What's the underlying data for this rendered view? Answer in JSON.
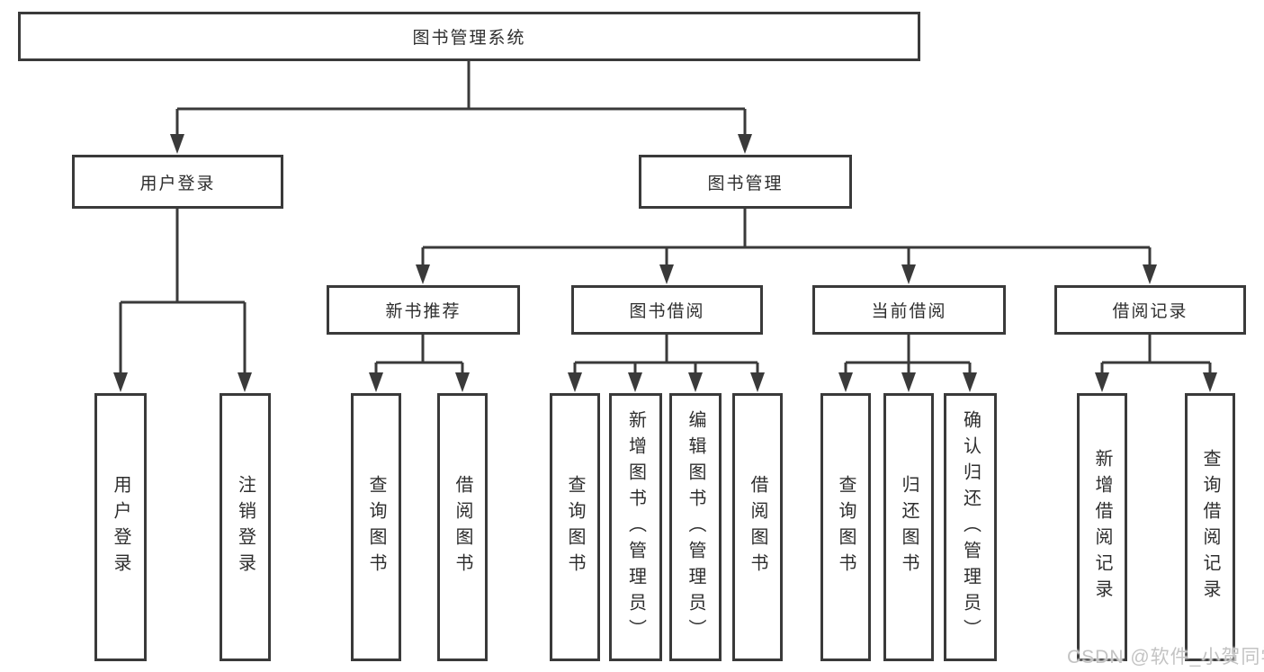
{
  "tree": {
    "label": "图书管理系统",
    "children": [
      {
        "label": "用户登录",
        "children": [
          {
            "label": "用户登录"
          },
          {
            "label": "注销登录"
          }
        ]
      },
      {
        "label": "图书管理",
        "children": [
          {
            "label": "新书推荐",
            "children": [
              {
                "label": "查询图书"
              },
              {
                "label": "借阅图书"
              }
            ]
          },
          {
            "label": "图书借阅",
            "children": [
              {
                "label": "查询图书"
              },
              {
                "label": "新增图书（管理员）"
              },
              {
                "label": "编辑图书（管理员）"
              },
              {
                "label": "借阅图书"
              }
            ]
          },
          {
            "label": "当前借阅",
            "children": [
              {
                "label": "查询图书"
              },
              {
                "label": "归还图书"
              },
              {
                "label": "确认归还（管理员）"
              }
            ]
          },
          {
            "label": "借阅记录",
            "children": [
              {
                "label": "新增借阅记录"
              },
              {
                "label": "查询借阅记录"
              }
            ]
          }
        ]
      }
    ]
  },
  "colors": {
    "line": "#3a3a3a",
    "text": "#2e2e2e",
    "watermark": "#c3c3c3"
  },
  "watermark": "CSDN @软件_小贺同学"
}
